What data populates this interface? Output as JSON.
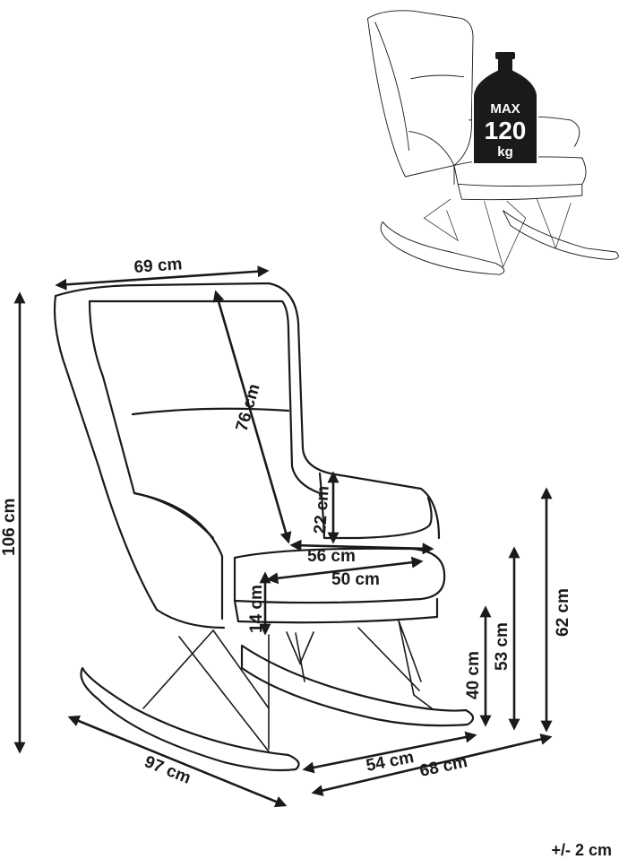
{
  "dimensions": {
    "width_top": "69 cm",
    "backrest_height": "76 cm",
    "total_height": "106 cm",
    "armrest_height": "22 cm",
    "seat_width": "56 cm",
    "seat_depth": "50 cm",
    "cushion_thickness": "14 cm",
    "height_40": "40 cm",
    "height_53": "53 cm",
    "height_62": "62 cm",
    "rocker_length": "97 cm",
    "base_54": "54 cm",
    "base_68": "68 cm"
  },
  "weight_badge": {
    "line1": "MAX",
    "line2": "120",
    "line3": "kg"
  },
  "tolerance": "+/- 2 cm"
}
